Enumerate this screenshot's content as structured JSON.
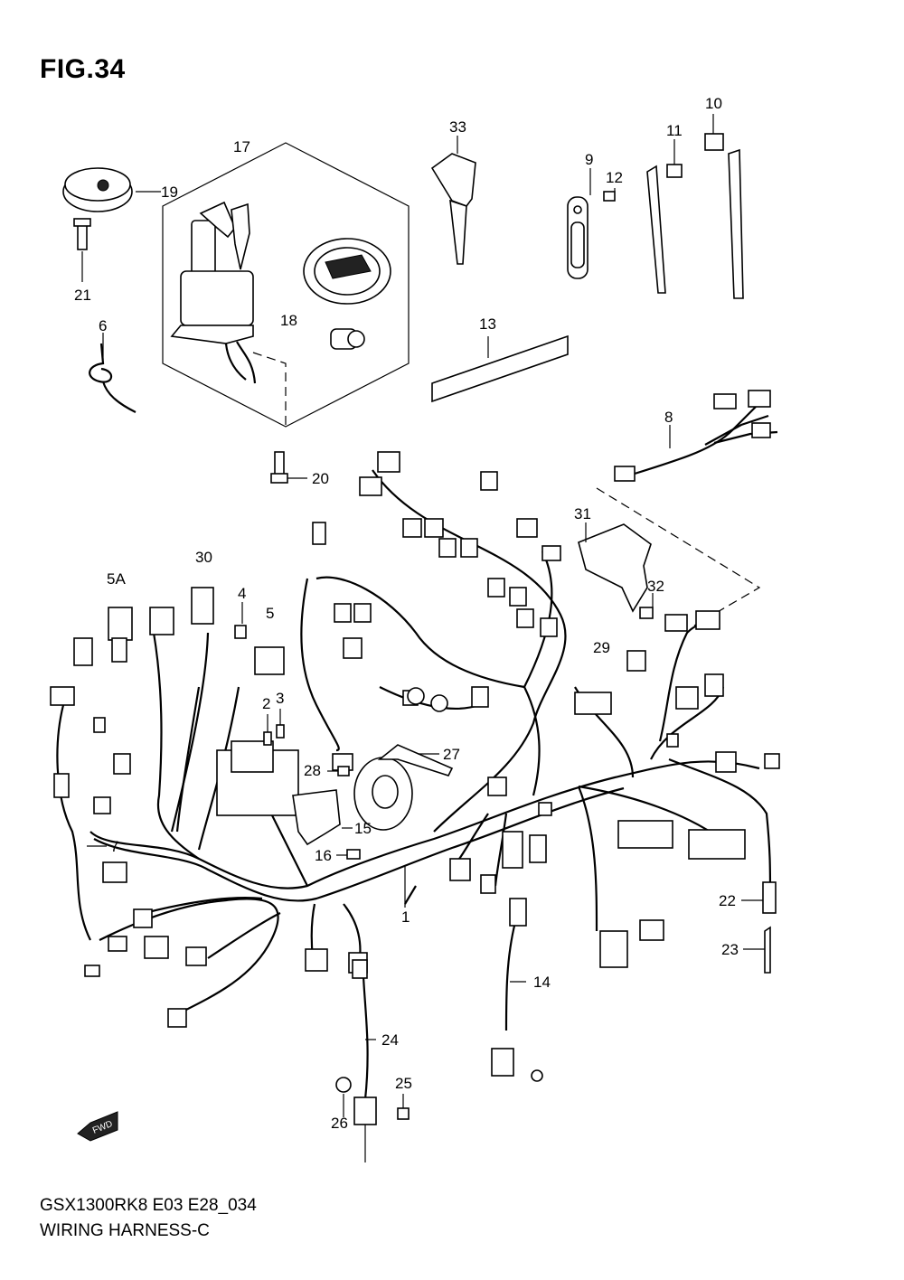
{
  "figure": {
    "title": "FIG.34",
    "model_code": "GSX1300RK8 E03 E28_034",
    "section_name": "WIRING HARNESS-C",
    "fwd_label": "FWD"
  },
  "callouts": [
    {
      "id": "c1",
      "label": "1"
    },
    {
      "id": "c2",
      "label": "2"
    },
    {
      "id": "c3",
      "label": "3"
    },
    {
      "id": "c4",
      "label": "4"
    },
    {
      "id": "c5",
      "label": "5"
    },
    {
      "id": "c5a",
      "label": "5A"
    },
    {
      "id": "c6",
      "label": "6"
    },
    {
      "id": "c7",
      "label": "7"
    },
    {
      "id": "c8",
      "label": "8"
    },
    {
      "id": "c9",
      "label": "9"
    },
    {
      "id": "c10",
      "label": "10"
    },
    {
      "id": "c11",
      "label": "11"
    },
    {
      "id": "c12",
      "label": "12"
    },
    {
      "id": "c13",
      "label": "13"
    },
    {
      "id": "c14",
      "label": "14"
    },
    {
      "id": "c15",
      "label": "15"
    },
    {
      "id": "c16",
      "label": "16"
    },
    {
      "id": "c17",
      "label": "17"
    },
    {
      "id": "c18",
      "label": "18"
    },
    {
      "id": "c19",
      "label": "19"
    },
    {
      "id": "c20",
      "label": "20"
    },
    {
      "id": "c21",
      "label": "21"
    },
    {
      "id": "c22",
      "label": "22"
    },
    {
      "id": "c23",
      "label": "23"
    },
    {
      "id": "c24",
      "label": "24"
    },
    {
      "id": "c25",
      "label": "25"
    },
    {
      "id": "c26",
      "label": "26"
    },
    {
      "id": "c27",
      "label": "27"
    },
    {
      "id": "c28",
      "label": "28"
    },
    {
      "id": "c29",
      "label": "29"
    },
    {
      "id": "c30",
      "label": "30"
    },
    {
      "id": "c31",
      "label": "31"
    },
    {
      "id": "c32",
      "label": "32"
    },
    {
      "id": "c33",
      "label": "33"
    }
  ]
}
